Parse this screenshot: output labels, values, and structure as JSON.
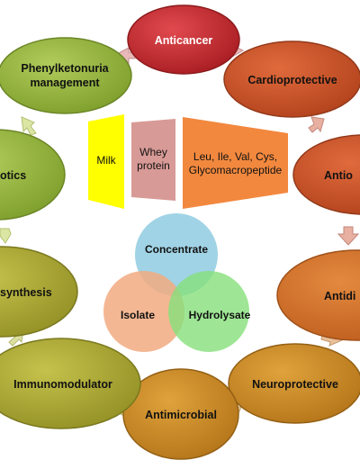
{
  "center": {
    "sources": [
      "Milk",
      "Whey\nprotein",
      "Leu, Ile, Val, Cys,\nGlycomacropeptide"
    ],
    "venn": [
      "Concentrate",
      "Isolate",
      "Hydrolysate"
    ]
  },
  "ring": [
    {
      "label": "Anticancer"
    },
    {
      "label": "Cardioprotective"
    },
    {
      "label": "Antio"
    },
    {
      "label": "Antidi"
    },
    {
      "label": "Neuroprotective"
    },
    {
      "label": "Antimicrobial"
    },
    {
      "label": "Immunomodulator"
    },
    {
      "label": "synthesis"
    },
    {
      "label": "otics"
    },
    {
      "label": "Phenylketonuria management"
    }
  ],
  "colors": {
    "red": "#c0262c",
    "orange_dark": "#c8552a",
    "orange": "#d46a2a",
    "amber": "#c8861b",
    "olive": "#a5a431",
    "green": "#8cad36",
    "milk": "#ffff00",
    "whey": "#d89a96",
    "aminos": "#f2883e",
    "venn_blue": "#8fcbe0",
    "venn_orange": "#f2aa80",
    "venn_green": "#86e07a"
  }
}
